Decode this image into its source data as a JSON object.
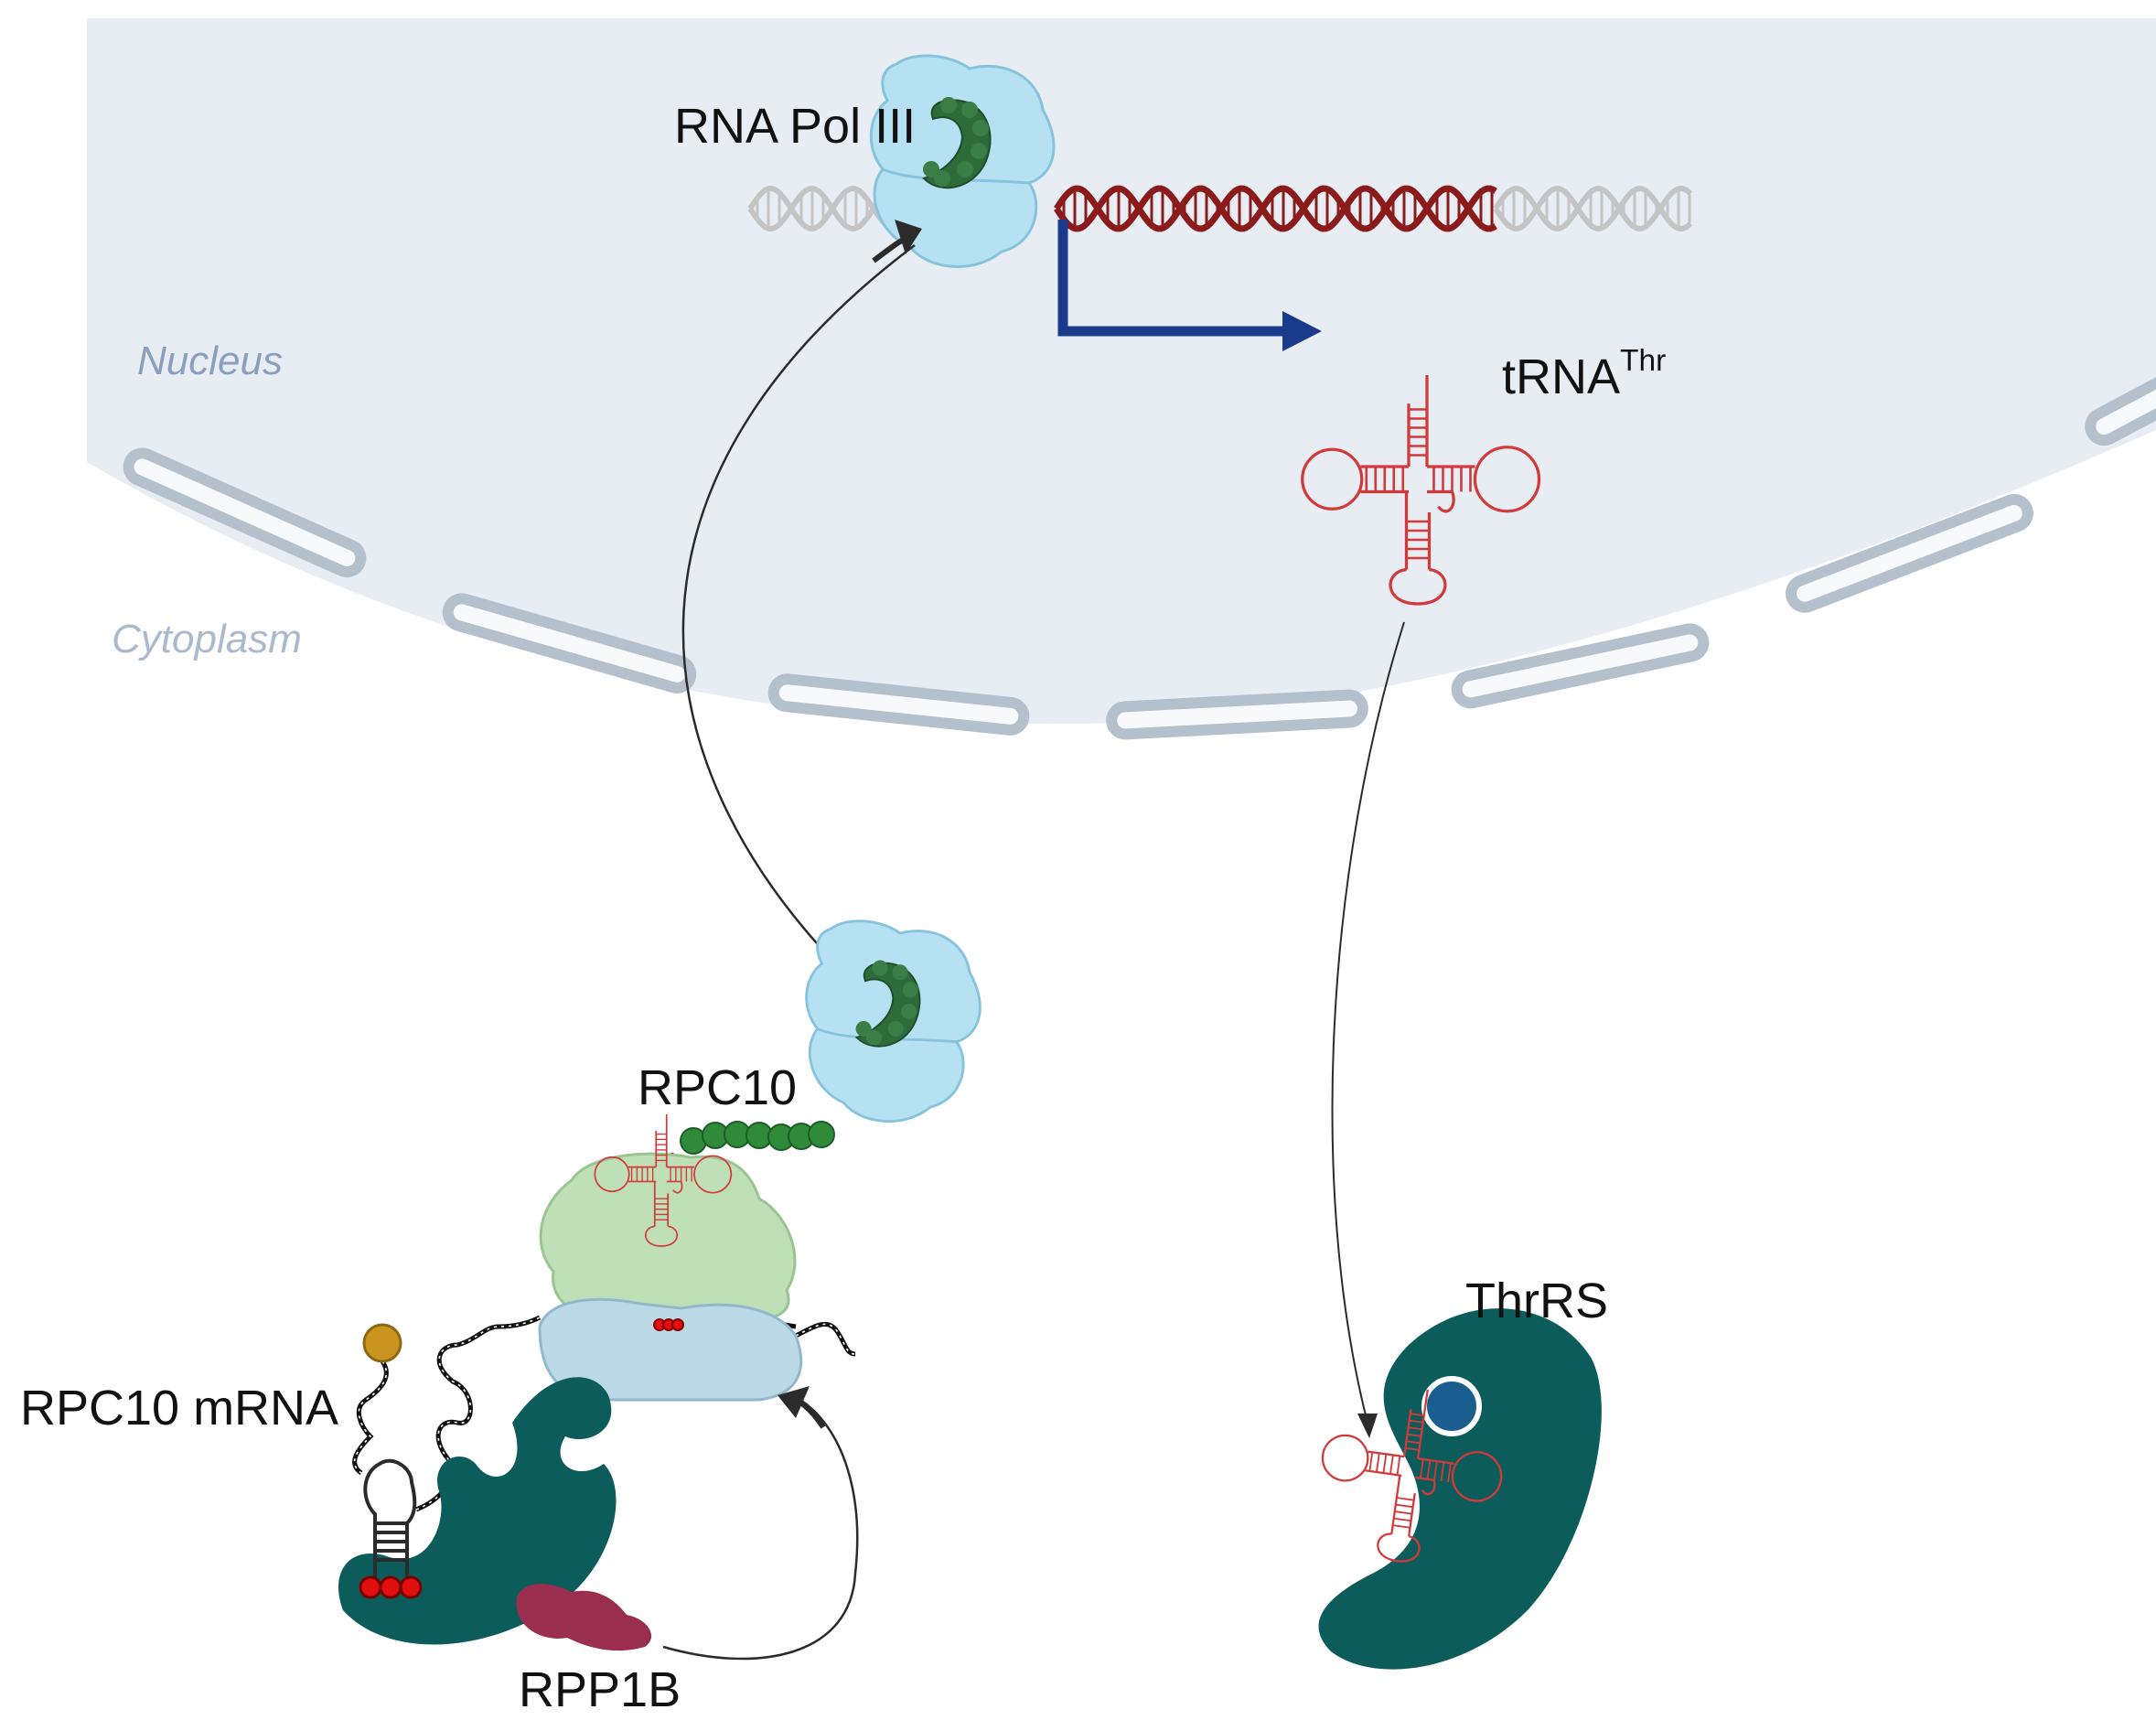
{
  "regions": {
    "nucleus": "Nucleus",
    "cytoplasm": "Cytoplasm"
  },
  "labels": {
    "rna_pol_iii": "RNA Pol III",
    "trna_base": "tRNA",
    "trna_superscript": "Thr",
    "rpc10": "RPC10",
    "rpc10_mrna": "RPC10 mRNA",
    "rpp1b": "RPP1B",
    "thrrs": "ThrRS"
  },
  "colors": {
    "nucleus_fill": "#e8edf4",
    "pore_stroke": "#b4c0cb",
    "region_text": "#8a9fbd",
    "polymerase": "#b6e1f3",
    "polymerase_core": "#2e6b3a",
    "dna_grey": "#c4c4c4",
    "dna_gene": "#8b1a1a",
    "promoter_arrow": "#1a3a8c",
    "trna": "#d23a3a",
    "ribosome_small": "#bcd9e8",
    "ribosome_large": "#bfe0b7",
    "rpc10_chain": "#2f8a3a",
    "cap": "#c9951f",
    "protein_teal": "#0d5c5c",
    "rpp1b": "#9a2e4e",
    "amino_acid": "#1a5e8f",
    "m6a_dots": "#e01010"
  }
}
